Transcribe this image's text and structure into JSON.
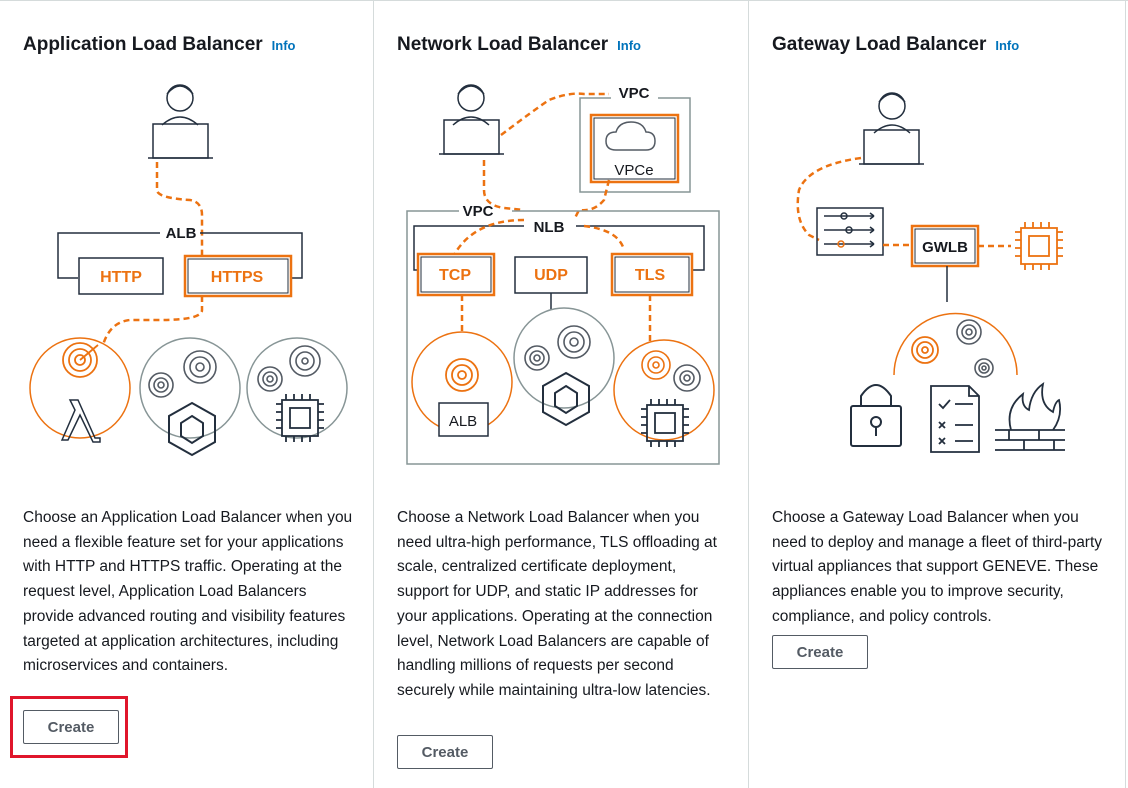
{
  "columns": {
    "alb": {
      "title": "Application Load Balancer",
      "info": "Info",
      "diagram": {
        "outer": "ALB",
        "left": "HTTP",
        "right": "HTTPS"
      },
      "description": "Choose an Application Load Balancer when you need a flexible feature set for your applications with HTTP and HTTPS traffic. Operating at the request level, Application Load Balancers provide advanced routing and visibility features targeted at application architectures, including microservices and containers.",
      "create": "Create"
    },
    "nlb": {
      "title": "Network Load Balancer",
      "info": "Info",
      "diagram": {
        "vpc_top": "VPC",
        "vpce": "VPCe",
        "vpc": "VPC",
        "nlb": "NLB",
        "tcp": "TCP",
        "udp": "UDP",
        "tls": "TLS",
        "alb": "ALB"
      },
      "description": "Choose a Network Load Balancer when you need ultra-high performance, TLS offloading at scale, centralized certificate deployment, support for UDP, and static IP addresses for your applications. Operating at the connection level, Network Load Balancers are capable of handling millions of requests per second securely while maintaining ultra-low latencies.",
      "create": "Create"
    },
    "gwlb": {
      "title": "Gateway Load Balancer",
      "info": "Info",
      "diagram": {
        "gwlb": "GWLB"
      },
      "description": "Choose a Gateway Load Balancer when you need to deploy and manage a fleet of third-party virtual appliances that support GENEVE. These appliances enable you to improve security, compliance, and policy controls.",
      "create": "Create"
    }
  },
  "colors": {
    "accent": "#ec7211",
    "link": "#0073bb",
    "highlight": "#e0162b",
    "border": "#d5dbdb"
  }
}
